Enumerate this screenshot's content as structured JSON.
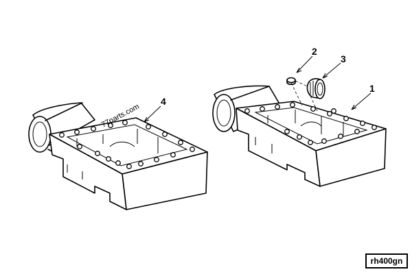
{
  "callouts": {
    "item1": "1",
    "item2": "2",
    "item3": "3",
    "item4": "4"
  },
  "watermark": "77parts.com",
  "reference_code": "rh400gn"
}
